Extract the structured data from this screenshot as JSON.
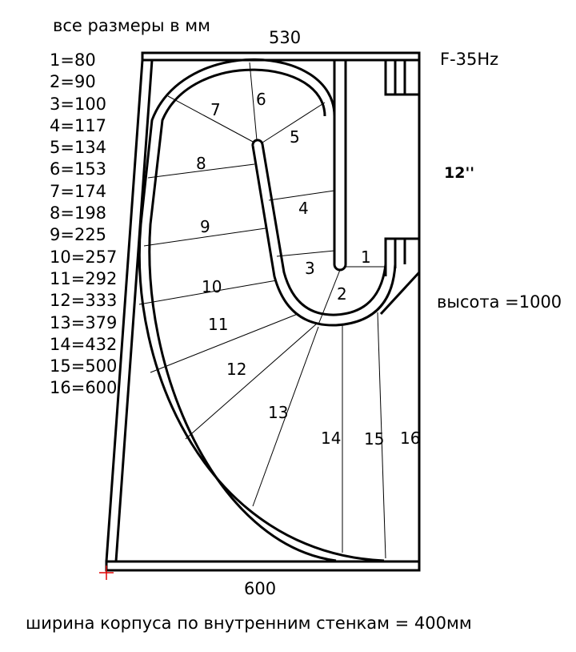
{
  "header_note": "все размеры в мм",
  "top_dimension": "530",
  "bottom_dimension": "600",
  "tuning": "F-35Hz",
  "driver_size": "12''",
  "height_note": "высота =1000",
  "width_note": "ширина корпуса по внутренним стенкам  = 400мм",
  "section_lengths": [
    "1=80",
    "2=90",
    "3=100",
    "4=117",
    "5=134",
    "6=153",
    "7=174",
    "8=198",
    "9=225",
    "10=257",
    "11=292",
    "12=333",
    "13=379",
    "14=432",
    "15=500",
    "16=600"
  ],
  "section_numbers": [
    "1",
    "2",
    "3",
    "4",
    "5",
    "6",
    "7",
    "8",
    "9",
    "10",
    "11",
    "12",
    "13",
    "14",
    "15",
    "16"
  ],
  "line_color": "#000000",
  "origin_marker_color": "#e00000"
}
